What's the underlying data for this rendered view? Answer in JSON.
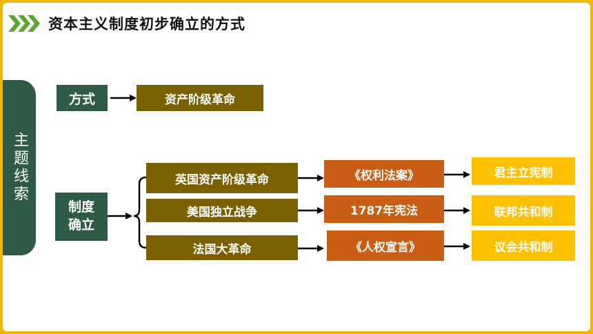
{
  "title": "资本主义制度初步确立的方式",
  "side_label": "主题线索",
  "method": {
    "label": "方式",
    "value": "资产阶级革命"
  },
  "system": {
    "label_line1": "制度",
    "label_line2": "确立",
    "rows": [
      {
        "event": "英国资产阶级革命",
        "document": "《权利法案》",
        "result": "君主立宪制"
      },
      {
        "event": "美国独立战争",
        "document": "1787年宪法",
        "result": "联邦共和制"
      },
      {
        "event": "法国大革命",
        "document": "《人权宣言》",
        "result": "议会共和制"
      }
    ]
  },
  "colors": {
    "frame": "#f2b705",
    "dark_green": "#2e5a46",
    "olive": "#7a6000",
    "orange": "#c95d14",
    "yellow": "#ffc000",
    "chevron": "#5aa832"
  }
}
